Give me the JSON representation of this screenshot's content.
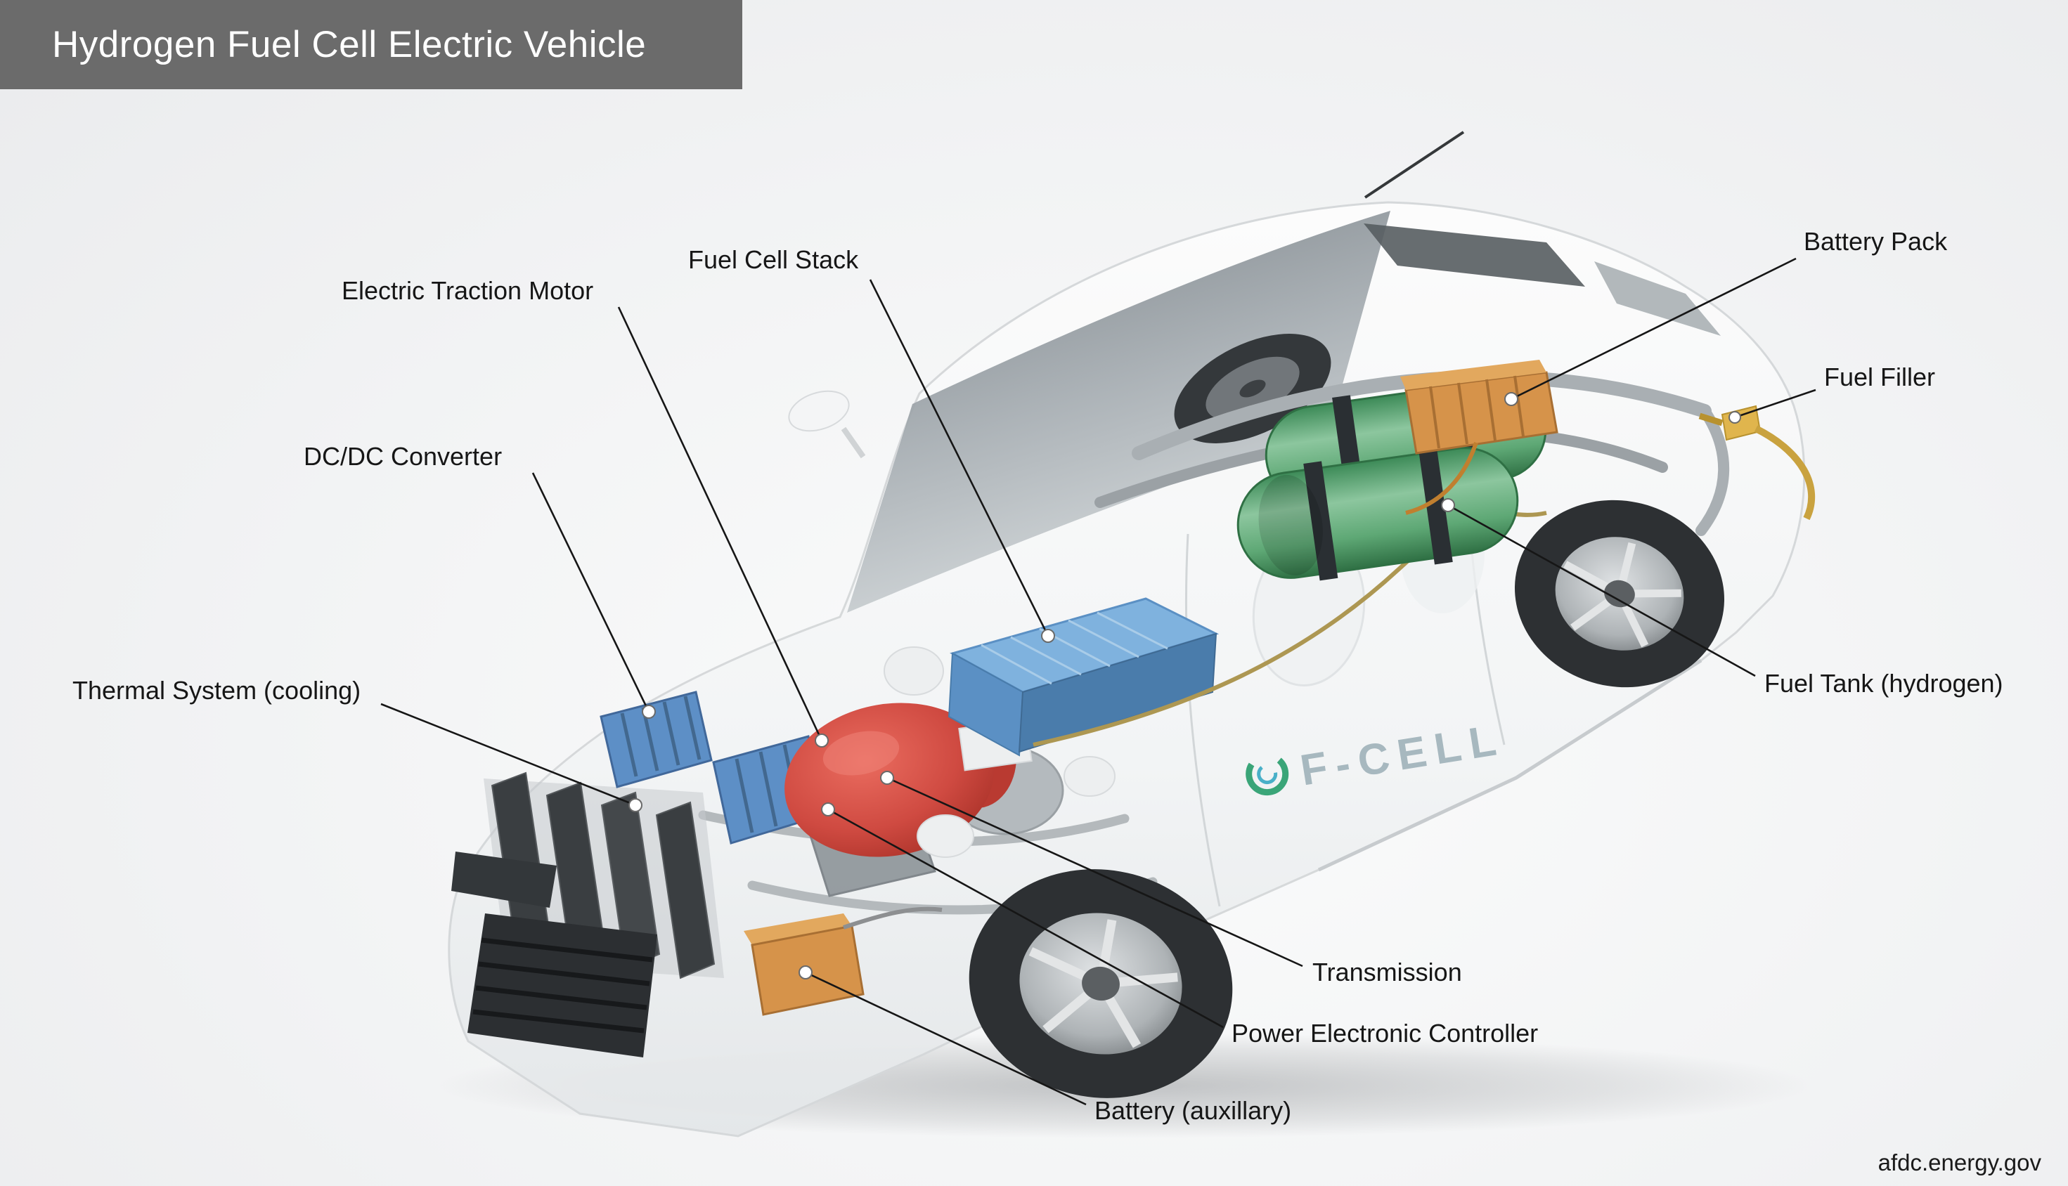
{
  "title": "Hydrogen Fuel Cell Electric Vehicle",
  "watermark": "afdc.energy.gov",
  "vehicle_badge": "F-CELL",
  "callouts": [
    {
      "id": "fuel-cell-stack",
      "label": "Fuel Cell Stack"
    },
    {
      "id": "electric-traction-motor",
      "label": "Electric Traction Motor"
    },
    {
      "id": "dcdc-converter",
      "label": "DC/DC Converter"
    },
    {
      "id": "thermal-system",
      "label": "Thermal System (cooling)"
    },
    {
      "id": "battery-pack",
      "label": "Battery Pack"
    },
    {
      "id": "fuel-filler",
      "label": "Fuel Filler"
    },
    {
      "id": "fuel-tank",
      "label": "Fuel Tank (hydrogen)"
    },
    {
      "id": "transmission",
      "label": "Transmission"
    },
    {
      "id": "power-electronic-controller",
      "label": "Power Electronic Controller"
    },
    {
      "id": "battery-auxillary",
      "label": "Battery (auxillary)"
    }
  ],
  "colors": {
    "background": "#f0f1f2",
    "title_bar_bg": "#6b6b6b",
    "title_text": "#ffffff",
    "label_text": "#161616",
    "fuel_cell_stack_blue": "#5b90c4",
    "motor_red": "#cf4a41",
    "hydrogen_tank_green": "#4f9e6b",
    "battery_orange": "#d6934a"
  }
}
